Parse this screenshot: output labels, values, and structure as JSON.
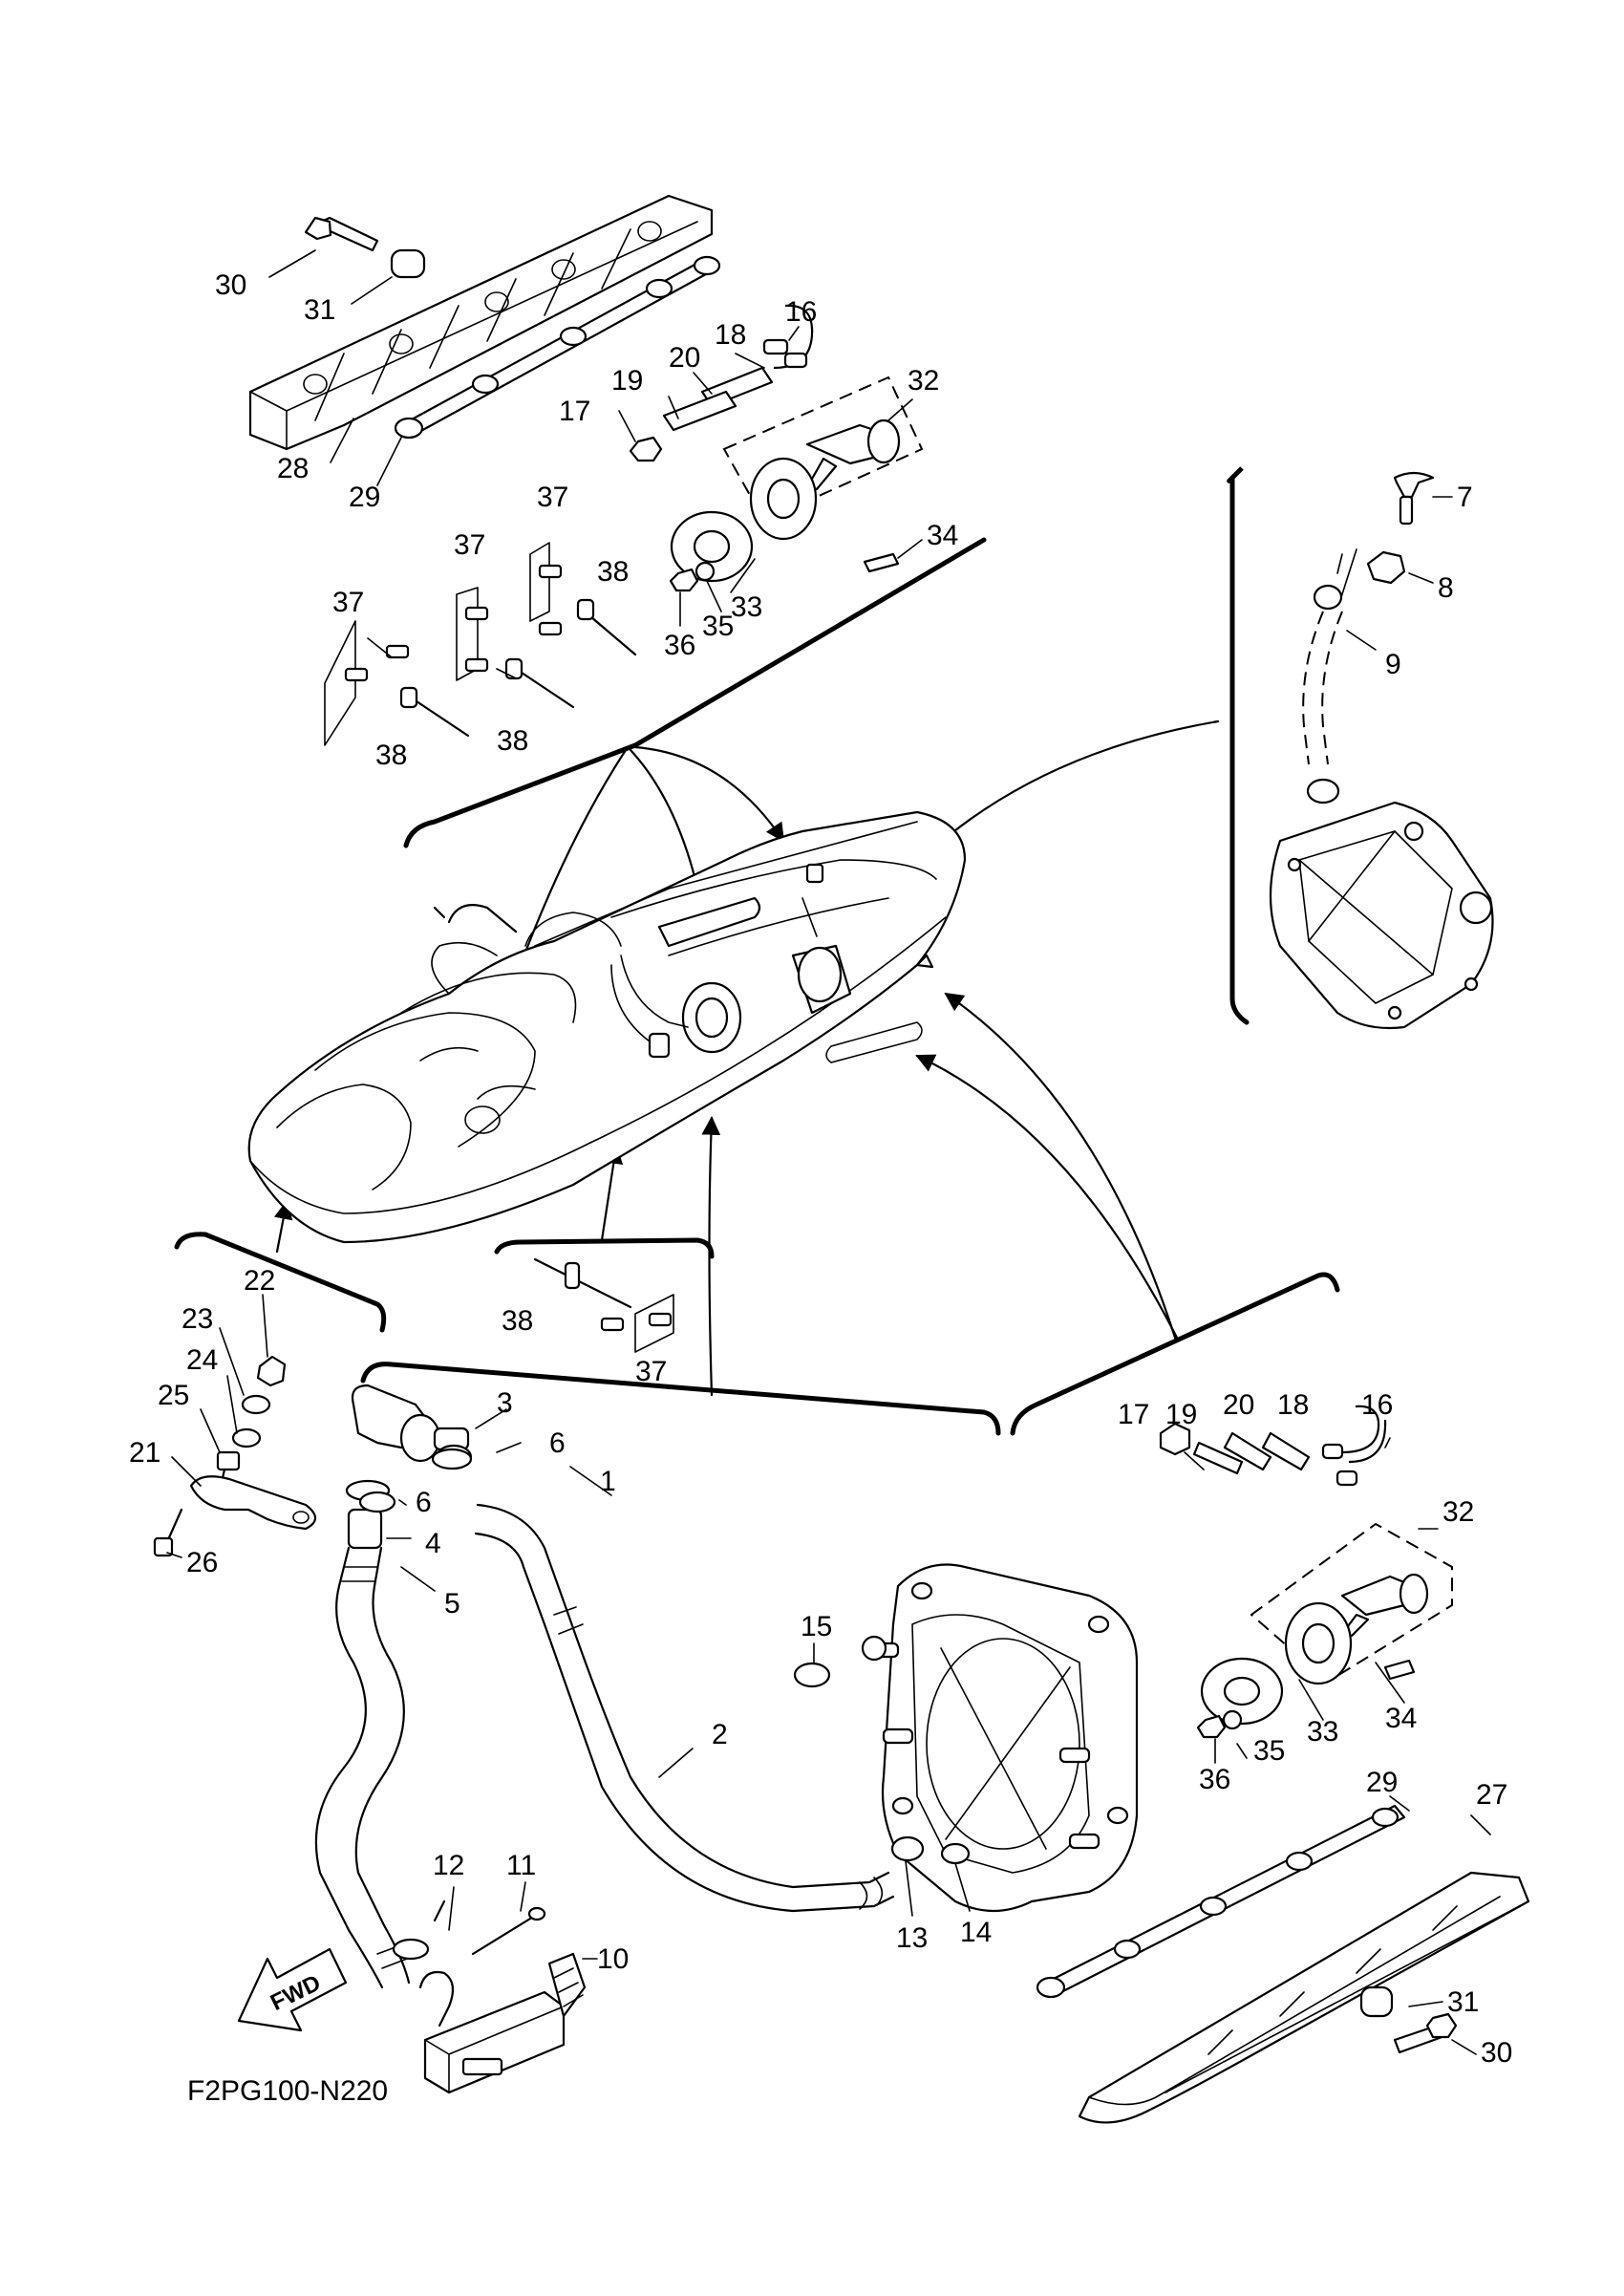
{
  "diagram": {
    "code": "F2PG100-N220",
    "fwd_label": "FWD",
    "labels": [
      {
        "id": "l30a",
        "text": "30"
      },
      {
        "id": "l31a",
        "text": "31"
      },
      {
        "id": "l28",
        "text": "28"
      },
      {
        "id": "l29a",
        "text": "29"
      },
      {
        "id": "l16a",
        "text": "16"
      },
      {
        "id": "l18a",
        "text": "18"
      },
      {
        "id": "l20a",
        "text": "20"
      },
      {
        "id": "l19a",
        "text": "19"
      },
      {
        "id": "l17a",
        "text": "17"
      },
      {
        "id": "l32a",
        "text": "32"
      },
      {
        "id": "l34a",
        "text": "34"
      },
      {
        "id": "l33a",
        "text": "33"
      },
      {
        "id": "l35a",
        "text": "35"
      },
      {
        "id": "l36a",
        "text": "36"
      },
      {
        "id": "l37a",
        "text": "37"
      },
      {
        "id": "l37b",
        "text": "37"
      },
      {
        "id": "l37c",
        "text": "37"
      },
      {
        "id": "l38a",
        "text": "38"
      },
      {
        "id": "l38b",
        "text": "38"
      },
      {
        "id": "l38c",
        "text": "38"
      },
      {
        "id": "l7",
        "text": "7"
      },
      {
        "id": "l8",
        "text": "8"
      },
      {
        "id": "l9",
        "text": "9"
      },
      {
        "id": "l22",
        "text": "22"
      },
      {
        "id": "l23",
        "text": "23"
      },
      {
        "id": "l24",
        "text": "24"
      },
      {
        "id": "l25",
        "text": "25"
      },
      {
        "id": "l21",
        "text": "21"
      },
      {
        "id": "l26",
        "text": "26"
      },
      {
        "id": "l38d",
        "text": "38"
      },
      {
        "id": "l37d",
        "text": "37"
      },
      {
        "id": "l3",
        "text": "3"
      },
      {
        "id": "l6a",
        "text": "6"
      },
      {
        "id": "l6b",
        "text": "6"
      },
      {
        "id": "l1",
        "text": "1"
      },
      {
        "id": "l4",
        "text": "4"
      },
      {
        "id": "l5",
        "text": "5"
      },
      {
        "id": "l2",
        "text": "2"
      },
      {
        "id": "l15",
        "text": "15"
      },
      {
        "id": "l12",
        "text": "12"
      },
      {
        "id": "l11",
        "text": "11"
      },
      {
        "id": "l10",
        "text": "10"
      },
      {
        "id": "l13",
        "text": "13"
      },
      {
        "id": "l14",
        "text": "14"
      },
      {
        "id": "l17b",
        "text": "17"
      },
      {
        "id": "l19b",
        "text": "19"
      },
      {
        "id": "l20b",
        "text": "20"
      },
      {
        "id": "l18b",
        "text": "18"
      },
      {
        "id": "l16b",
        "text": "16"
      },
      {
        "id": "l32b",
        "text": "32"
      },
      {
        "id": "l34b",
        "text": "34"
      },
      {
        "id": "l33b",
        "text": "33"
      },
      {
        "id": "l35b",
        "text": "35"
      },
      {
        "id": "l36b",
        "text": "36"
      },
      {
        "id": "l29b",
        "text": "29"
      },
      {
        "id": "l27",
        "text": "27"
      },
      {
        "id": "l31b",
        "text": "31"
      },
      {
        "id": "l30b",
        "text": "30"
      }
    ]
  }
}
